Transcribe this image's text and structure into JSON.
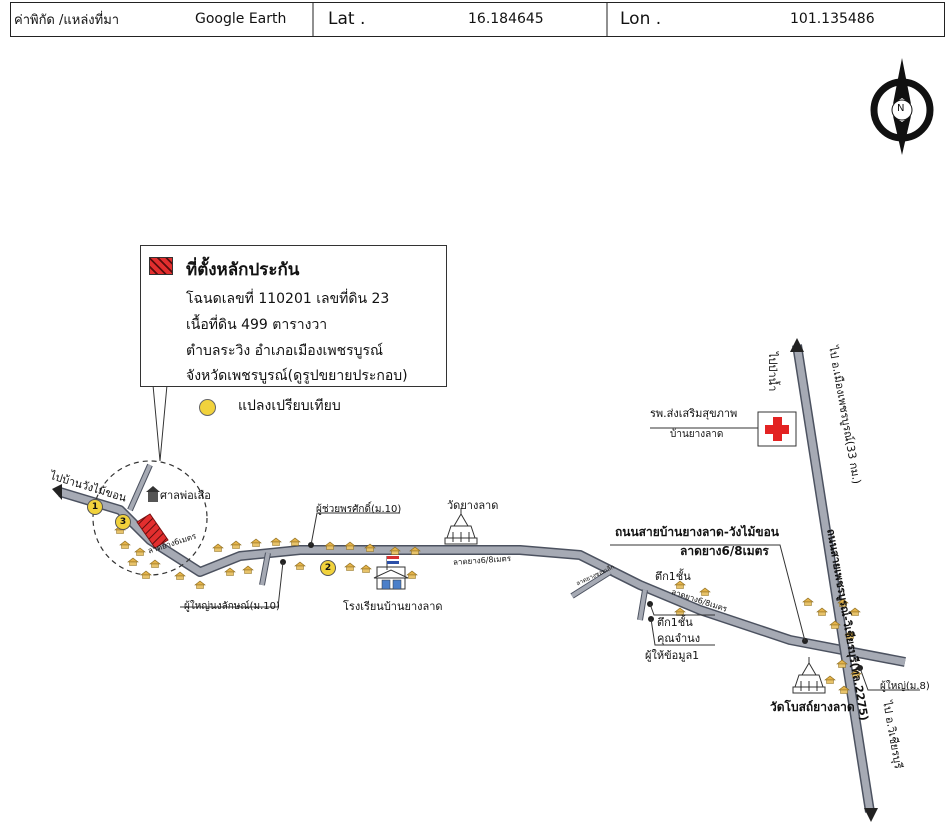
{
  "header": {
    "coord_label": "ค่าพิกัด /แหล่งที่มา",
    "source": "Google Earth",
    "lat_label": "Lat .",
    "lat_value": "16.184645",
    "lon_label": "Lon .",
    "lon_value": "101.135486"
  },
  "compass": {
    "letter": "N"
  },
  "legend": {
    "title": "ที่ตั้งหลักประกัน",
    "line1": "โฉนดเลขที่ 110201 เลขที่ดิน 23",
    "line2": "เนื้อที่ดิน 499 ตารางวา",
    "line3": "ตำบลระวิง อำเภอเมืองเพชรบูรณ์",
    "line4": "จังหวัดเพชรบูรณ์(ดูรูปขยายประกอบ)",
    "comparable": "แปลงเปรียบเทียบ"
  },
  "labels": {
    "to_wang_mai_khon": "ไปบ้านวังไม้ขอน",
    "sala": "ศาลพ่อเสือ",
    "lat_yang_road": "ลาดยาง6เมตร",
    "phu_chuay": "ผู้ช่วยพรศักดิ์(ม.10)",
    "wat_yang_lat": "วัดยางลาด",
    "phu_yai_left": "ผู้ใหญ่นงลักษณ์(ม.10)",
    "school": "โรงเรียนบ้านยางลาด",
    "road_mid": "ลาดยาง6/8เมตร",
    "road_title": "ถนนสายบ้านยางลาด-วังไม้ขอน",
    "road_sub": "ลาดยาง6/8เมตร",
    "side_road": "ลาดยางซอยเล็ก",
    "tuk1": "ตึก1ชั้น",
    "road_right": "ลาดยาง6/8เมตร",
    "tuk2": "ตึก1ชั้น",
    "khun_jumnong": "คุณจำนง",
    "informant": "ผู้ให้ข้อมูล1",
    "hospital": "รพ.ส่งเสริมสุขภาพ",
    "hospital_sub": "บ้านยางลาด",
    "to_pa_nam": "ไปป่าน้ำ",
    "to_city": "ไป อ.เมืองเพชรบูรณ์(33 กม.)",
    "highway": "ถนนสายเพชรบูรณ์-วิเชียรบุรี(ทล.2275)",
    "to_wichian": "ไป อ.วิเชียรบุรี",
    "phu_yai_right": "ผู้ใหญ่(ม.8)",
    "wat_bot": "วัดโบสถ์ยางลาด"
  },
  "markers": {
    "m1": "1",
    "m2": "2",
    "m3": "3"
  },
  "colors": {
    "road": "#a6aab4",
    "road_edge": "#4c5260",
    "house": "#e3b24a",
    "marker": "#f1d23c",
    "subject": "#e32e2e",
    "hospital_cross": "#e32323"
  }
}
